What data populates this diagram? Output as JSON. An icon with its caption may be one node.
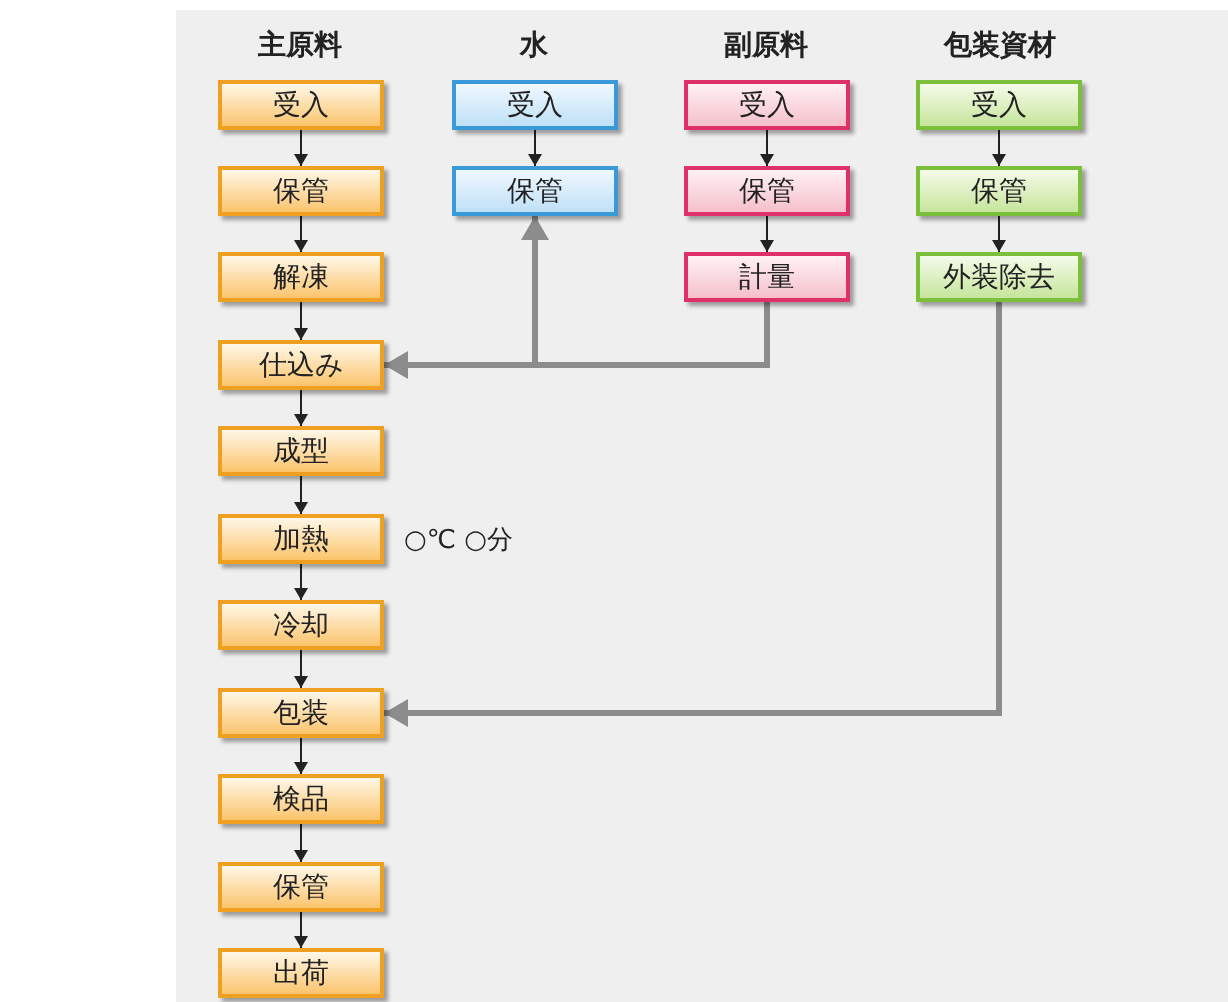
{
  "diagram": {
    "nodes": [
      {
        "text": [
          "受入"
        ]
      },
      {
        "text": [
          "保管"
        ]
      },
      {
        "text": [
          "解凍"
        ]
      },
      {
        "text": [
          "仕込み"
        ]
      },
      {
        "text": [
          "成型"
        ]
      },
      {
        "text": [
          "加熱"
        ],
        "beside": [
          "○℃ ○分"
        ]
      },
      {
        "text": [
          "冷却"
        ]
      },
      {
        "text": [
          "包装"
        ]
      },
      {
        "text": [
          "検品"
        ]
      },
      {
        "text": [
          "保管"
        ]
      },
      {
        "text": [
          "出荷"
        ]
      },
      {
        "text": [
          "受入"
        ]
      },
      {
        "text": [
          "保管"
        ]
      },
      {
        "text": [
          "受入"
        ]
      },
      {
        "text": [
          "保管"
        ]
      },
      {
        "text": [
          "計量"
        ]
      },
      {
        "text": [
          "受入"
        ]
      },
      {
        "text": [
          "保管"
        ]
      },
      {
        "text": [
          "外装除去"
        ]
      }
    ],
    "edges": [
      {
        "from": 0,
        "to": 1,
        "arrow": "to"
      },
      {
        "from": 1,
        "to": 2,
        "arrow": "to"
      },
      {
        "from": 2,
        "to": 3,
        "arrow": "to"
      },
      {
        "from": 3,
        "to": 4,
        "arrow": "to"
      },
      {
        "from": 4,
        "to": 5,
        "arrow": "to"
      },
      {
        "from": 5,
        "to": 6,
        "arrow": "to"
      },
      {
        "from": 6,
        "to": 7,
        "arrow": "to"
      },
      {
        "from": 7,
        "to": 8,
        "arrow": "to"
      },
      {
        "from": 8,
        "to": 9,
        "arrow": "to"
      },
      {
        "from": 9,
        "to": 10,
        "arrow": "to"
      },
      {
        "from": 11,
        "to": 12,
        "arrow": "to"
      },
      {
        "from": 13,
        "to": 14,
        "arrow": "to"
      },
      {
        "from": 14,
        "to": 15,
        "arrow": "to"
      },
      {
        "from": 16,
        "to": 17,
        "arrow": "to"
      },
      {
        "from": 17,
        "to": 18,
        "arrow": "to"
      },
      {
        "from": 15,
        "to": 3,
        "arrow": "to",
        "style": "thick",
        "color": "#8c8c8c"
      },
      {
        "from": 15,
        "to": 12,
        "arrow": "to",
        "style": "thick",
        "color": "#8c8c8c"
      },
      {
        "from": 18,
        "to": 7,
        "arrow": "to",
        "style": "thick",
        "color": "#8c8c8c"
      }
    ],
    "labels": [
      "主原料",
      "水",
      "副原料",
      "包装資材"
    ]
  }
}
